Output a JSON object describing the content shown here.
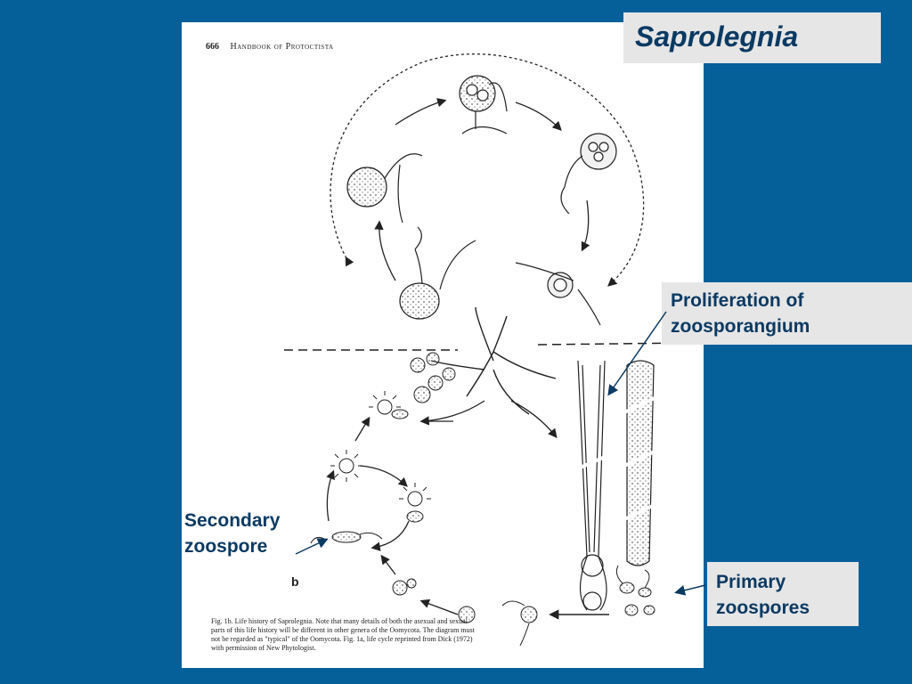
{
  "slide": {
    "title": "Saprolegnia",
    "labels": {
      "proliferation": "Proliferation of\nzoosporangium",
      "primary": "Primary\nzoospores",
      "secondary": "Secondary\nzoospore"
    }
  },
  "book_page": {
    "page_number": "666",
    "running_head": "Handbook of Protoctista",
    "figure_letter": "b",
    "caption": "Fig. 1b. Life history of Saprolegnia. Note that many details of both the asexual and sexual parts of this life history will be different in other genera of the Oomycota. The diagram must not be regarded as \"typical\" of the Oomycota. Fig. 1a, life cycle reprinted from Dick (1972) with permission of New Phytologist."
  },
  "colors": {
    "background": "#05609a",
    "label_text": "#0b3a63",
    "label_box": "#e6e6e6",
    "page": "#ffffff"
  }
}
